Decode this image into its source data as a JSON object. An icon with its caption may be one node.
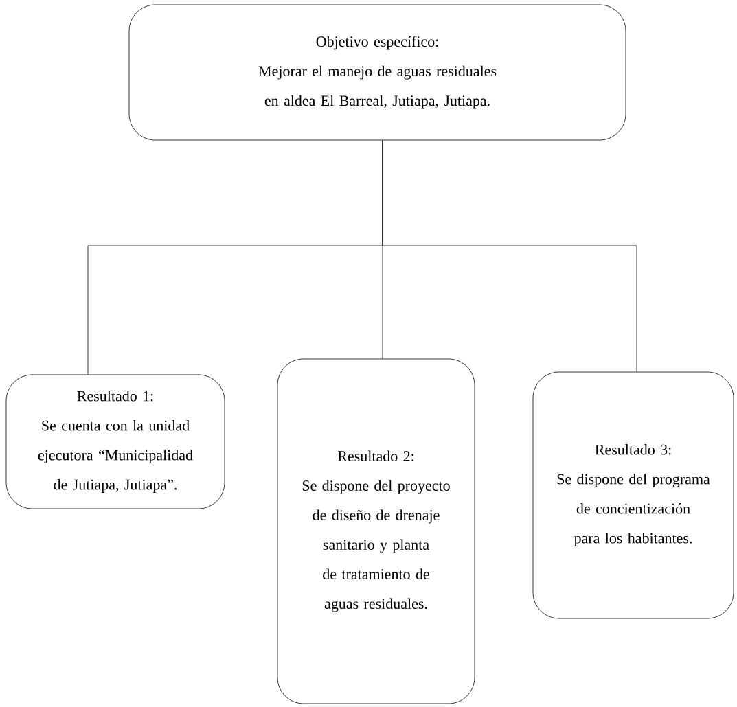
{
  "diagram": {
    "nodes": [
      {
        "text": [
          "Objetivo específico:",
          "Mejorar el manejo de aguas residuales en aldea El Barreal, Jutiapa, Jutiapa."
        ]
      },
      {
        "text": [
          "Resultado 1:",
          "Se cuenta con la unidad ejecutora “Municipalidad de Jutiapa, Jutiapa”."
        ]
      },
      {
        "text": [
          "Resultado 2:",
          "Se dispone del proyecto de diseño de drenaje sanitario y planta de tratamiento de aguas residuales."
        ]
      },
      {
        "text": [
          "Resultado 3:",
          "Se dispone del programa de concientización para los habitantes."
        ]
      }
    ],
    "edges": [
      {
        "from": 0,
        "to": 1,
        "arrow": "none"
      },
      {
        "from": 0,
        "to": 2,
        "arrow": "none"
      },
      {
        "from": 0,
        "to": 3,
        "arrow": "none"
      }
    ]
  }
}
